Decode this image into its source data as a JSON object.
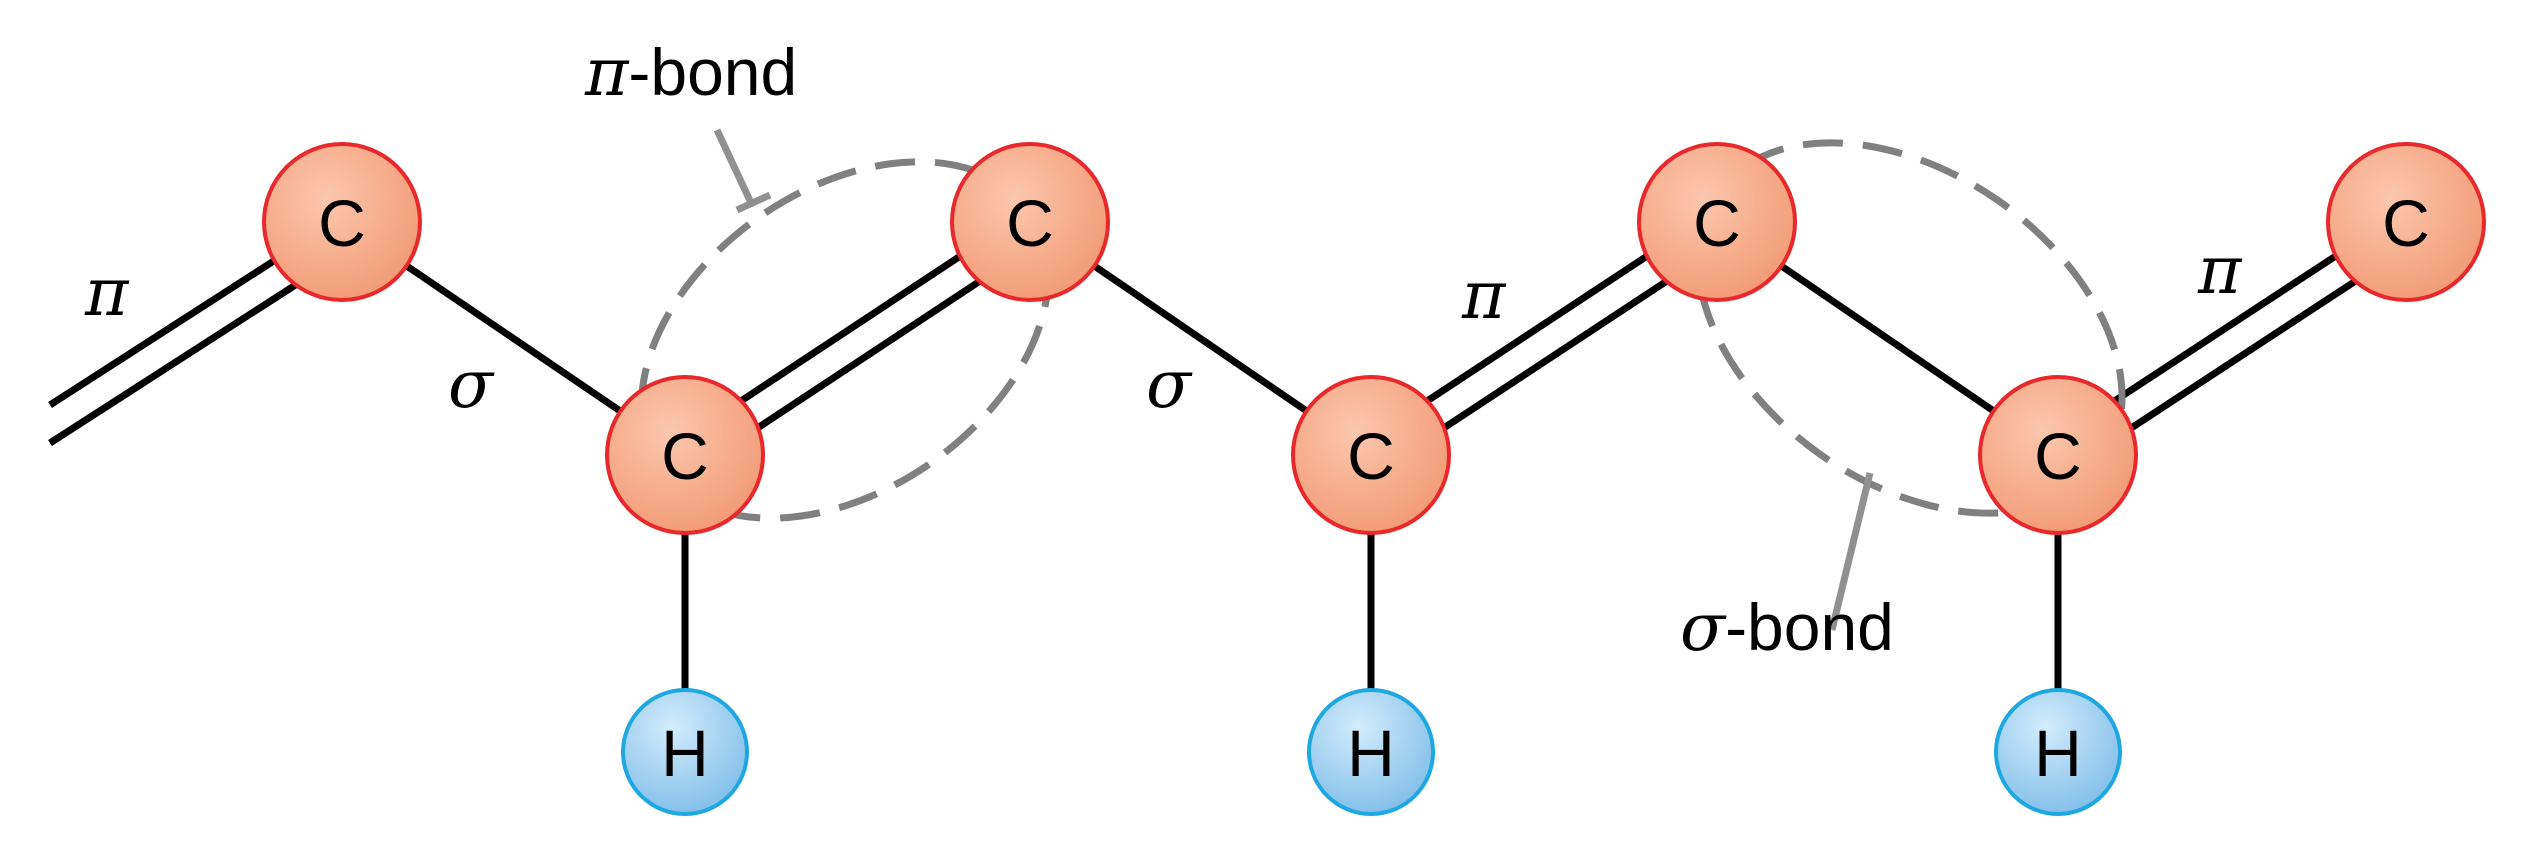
{
  "atoms": {
    "carbon_label": "C",
    "hydrogen_label": "H",
    "carbon_fill": "#f4a07d",
    "carbon_stroke": "#e8282a",
    "hydrogen_fill": "#8cc8ef",
    "hydrogen_stroke": "#1fa8e0"
  },
  "labels": {
    "pi": "π",
    "sigma": "σ"
  },
  "callouts": {
    "pi_bond": {
      "symbol": "π",
      "text": "-bond"
    },
    "sigma_bond": {
      "symbol": "σ",
      "text": "-bond"
    }
  },
  "colors": {
    "bond": "#000000",
    "dashed_outline": "#808080"
  }
}
